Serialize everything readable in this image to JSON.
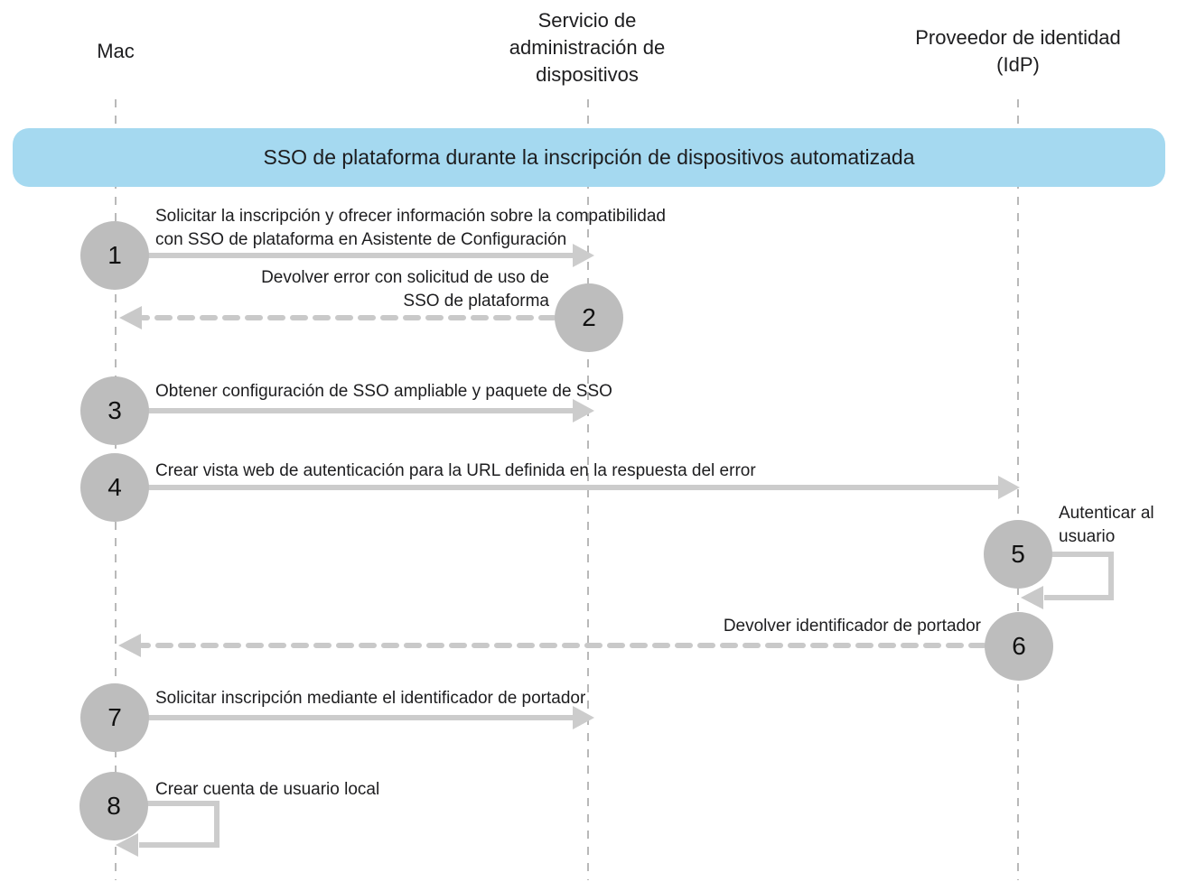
{
  "diagram": {
    "title": "SSO de plataforma durante la inscripción de dispositivos automatizada",
    "actors": [
      {
        "id": "mac",
        "name": "Mac"
      },
      {
        "id": "mdm",
        "name": "Servicio de\nadministración de\ndispositivos"
      },
      {
        "id": "idp",
        "name": "Proveedor de identidad\n(IdP)"
      }
    ],
    "steps": [
      {
        "number": "1",
        "label": "Solicitar la inscripción y ofrecer información sobre la compatibilidad\ncon SSO de plataforma en Asistente de Configuración",
        "from": "Mac",
        "to": "Servicio de administración de dispositivos",
        "line": "solid"
      },
      {
        "number": "2",
        "label": "Devolver error con solicitud de uso de\nSSO de plataforma",
        "from": "Servicio de administración de dispositivos",
        "to": "Mac",
        "line": "dashed"
      },
      {
        "number": "3",
        "label": "Obtener configuración de SSO ampliable y paquete de SSO",
        "from": "Mac",
        "to": "Servicio de administración de dispositivos",
        "line": "solid"
      },
      {
        "number": "4",
        "label": "Crear vista web de autenticación para la URL definida en la respuesta del error",
        "from": "Mac",
        "to": "Proveedor de identidad (IdP)",
        "line": "solid"
      },
      {
        "number": "5",
        "label": "Autenticar al\nusuario",
        "from": "Proveedor de identidad (IdP)",
        "to": "Proveedor de identidad (IdP)",
        "line": "self"
      },
      {
        "number": "6",
        "label": "Devolver identificador de portador",
        "from": "Proveedor de identidad (IdP)",
        "to": "Mac",
        "line": "dashed"
      },
      {
        "number": "7",
        "label": "Solicitar inscripción mediante el identificador de portador",
        "from": "Mac",
        "to": "Servicio de administración de dispositivos",
        "line": "solid"
      },
      {
        "number": "8",
        "label": "Crear cuenta de usuario local",
        "from": "Mac",
        "to": "Mac",
        "line": "self"
      }
    ],
    "colors": {
      "banner_bg": "#a5d9f0",
      "circle_fill": "#bdbdbd",
      "arrow": "#cccccc",
      "lifeline": "#b9b9b9",
      "text": "#1d1d1f"
    }
  }
}
